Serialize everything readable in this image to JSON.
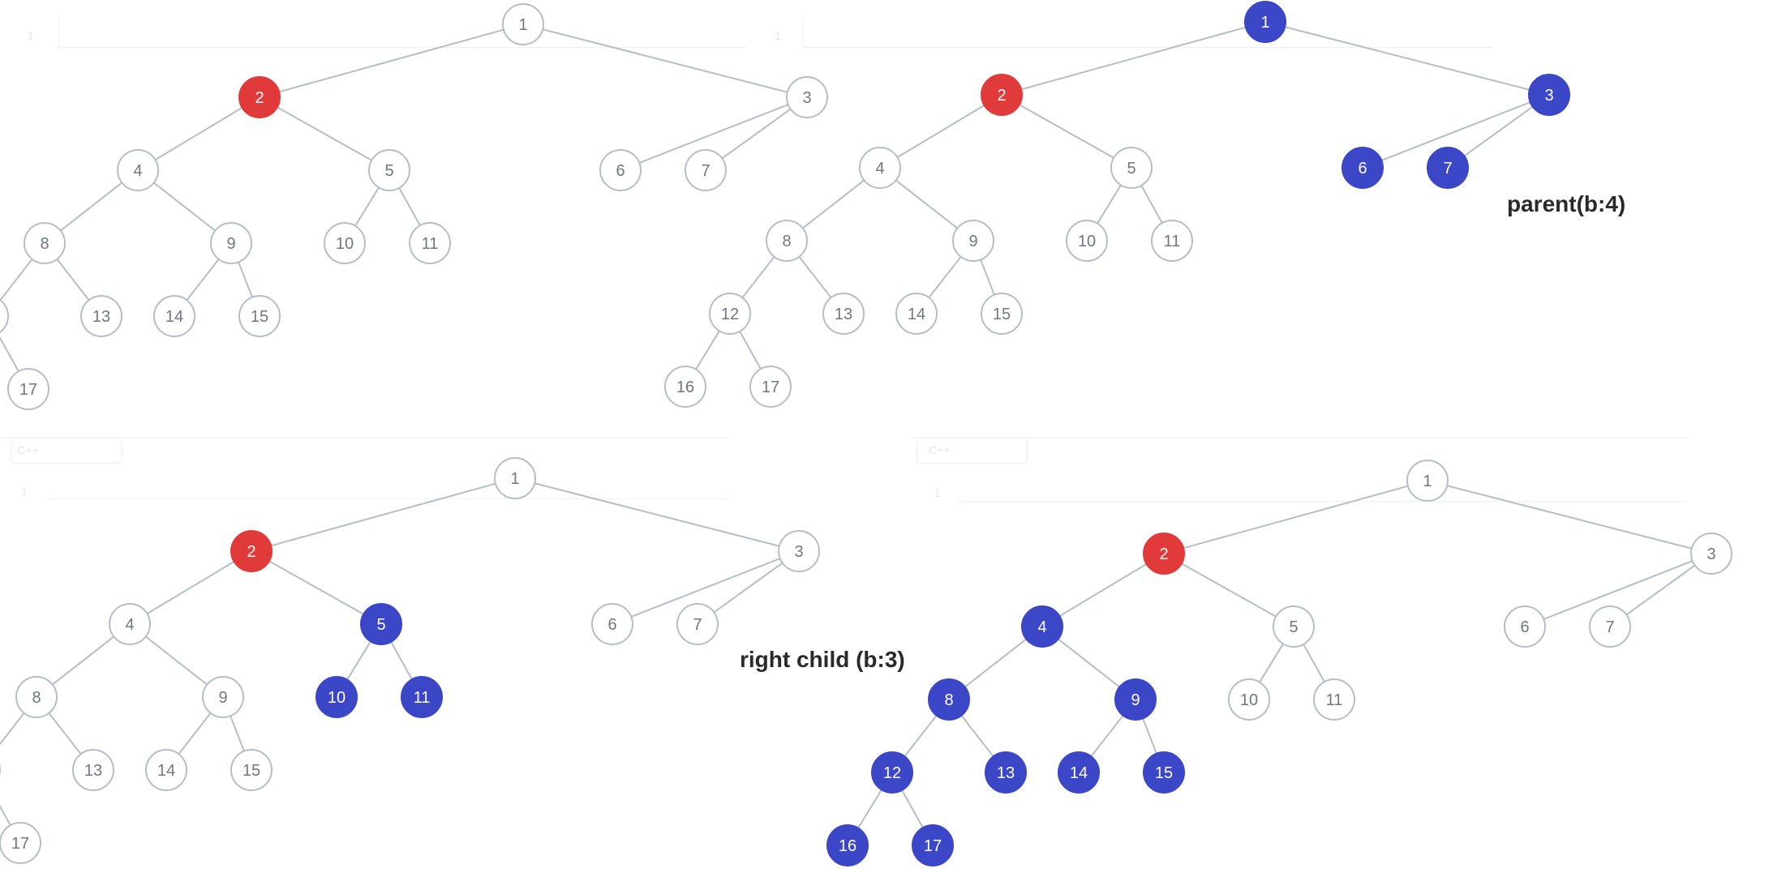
{
  "colors": {
    "normal_fill": "#ffffff",
    "normal_stroke": "#b5bec6",
    "normal_text": "#6f7780",
    "target": "#e03a3a",
    "highlight": "#3b47c7",
    "highlight_text": "#ffffff"
  },
  "ghost": {
    "lang_left": "C++",
    "lang_right": "C++",
    "line_no": "1"
  },
  "tree": {
    "nodes": [
      "1",
      "2",
      "3",
      "4",
      "5",
      "6",
      "7",
      "8",
      "9",
      "10",
      "11",
      "12",
      "13",
      "14",
      "15",
      "16",
      "17"
    ],
    "edges": [
      [
        "1",
        "2"
      ],
      [
        "1",
        "3"
      ],
      [
        "2",
        "4"
      ],
      [
        "2",
        "5"
      ],
      [
        "3",
        "6"
      ],
      [
        "3",
        "7"
      ],
      [
        "4",
        "8"
      ],
      [
        "4",
        "9"
      ],
      [
        "5",
        "10"
      ],
      [
        "5",
        "11"
      ],
      [
        "8",
        "12"
      ],
      [
        "8",
        "13"
      ],
      [
        "9",
        "14"
      ],
      [
        "9",
        "15"
      ],
      [
        "12",
        "16"
      ],
      [
        "12",
        "17"
      ]
    ]
  },
  "panels": [
    {
      "caption": "",
      "target": "2",
      "highlighted": []
    },
    {
      "caption": "parent(b:4)",
      "target": "2",
      "highlighted": [
        "1",
        "3",
        "6",
        "7"
      ]
    },
    {
      "caption": "right child (b:3)",
      "target": "2",
      "highlighted": [
        "5",
        "10",
        "11"
      ]
    },
    {
      "caption": "",
      "target": "2",
      "highlighted": [
        "4",
        "8",
        "9",
        "12",
        "13",
        "14",
        "15",
        "16",
        "17"
      ]
    }
  ]
}
